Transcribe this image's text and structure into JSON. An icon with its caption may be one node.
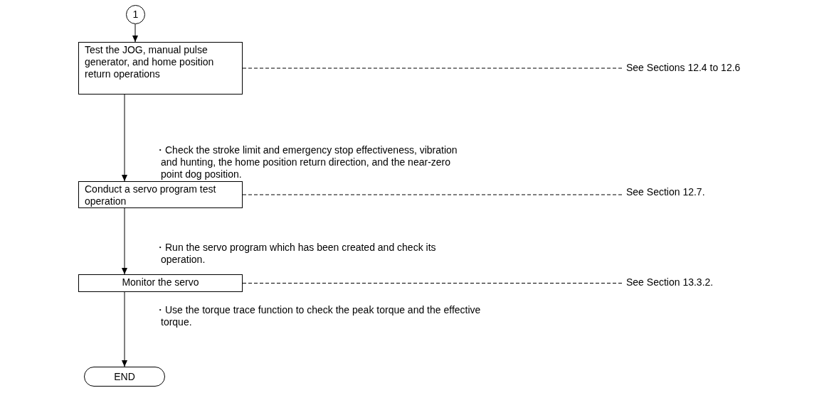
{
  "diagram": {
    "nodes": [
      {
        "text": [
          "1"
        ]
      },
      {
        "text": [
          "Test the JOG, manual pulse generator, and home position return operations"
        ]
      },
      {
        "text": [
          "See Sections 12.4 to 12.6"
        ]
      },
      {
        "text": [
          "Conduct a servo program test operation"
        ]
      },
      {
        "text": [
          "See Section 12.7."
        ]
      },
      {
        "text": [
          "Monitor the servo"
        ]
      },
      {
        "text": [
          "See Section 13.3.2."
        ]
      },
      {
        "text": [
          "END"
        ]
      }
    ],
    "edges": [
      {
        "from": 0,
        "to": 1,
        "arrow": "to"
      },
      {
        "from": 1,
        "to": 3,
        "arrow": "to"
      },
      {
        "from": 3,
        "to": 5,
        "arrow": "to"
      },
      {
        "from": 5,
        "to": 7,
        "arrow": "to"
      },
      {
        "from": 1,
        "to": 2,
        "arrow": "none",
        "style": "dashed"
      },
      {
        "from": 3,
        "to": 4,
        "arrow": "none",
        "style": "dashed"
      },
      {
        "from": 5,
        "to": 6,
        "arrow": "none",
        "style": "dashed"
      }
    ],
    "labels": [
      "・Check the stroke limit and emergency stop effectiveness, vibration and hunting, the home position return direction, and the near-zero point dog position.",
      "・Run the servo program which has been created and check its operation.",
      "・Use the torque trace function to check the peak torque and the effective torque."
    ]
  }
}
